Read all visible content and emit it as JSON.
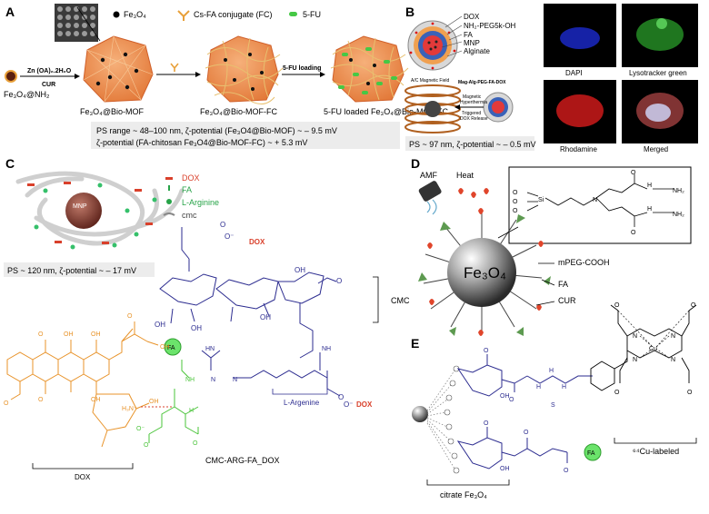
{
  "panels": {
    "A": {
      "letter": "A",
      "legend": {
        "fe3o4": "Fe₃O₄",
        "cs_fa": "Cs-FA conjugate (FC)",
        "fu": "5-FU"
      },
      "precursor": "Fe₃O₄@NH₂",
      "reagents_top": "Zn (OA)₂.2H₂O",
      "reagents_bottom": "CUR",
      "mof_label": "Fe₃O₄@Bio-MOF",
      "mof_fc_label": "Fe₃O₄@Bio-MOF-FC",
      "loading_arrow": "5-FU loading",
      "loaded_label": "5-FU loaded Fe₃O₄@Bio-MOF-FC",
      "info_line1": "PS range ~ 48–100 nm, ζ-potential (Fe₃O4@Bio-MOF) ~ – 9.5 mV",
      "info_line2": "ζ-potential (FA-chitosan Fe₃O4@Bio-MOF-FC) ~ + 5.3 mV"
    },
    "B": {
      "letter": "B",
      "layers": [
        "DOX",
        "NH₂-PEG5k-OH",
        "FA",
        "MNP",
        "Alginate"
      ],
      "field_label": "A/C Magnetic Field",
      "complex_label": "Mag-Alg-PEG-FA-DOX",
      "release_label_1": "Magnetic",
      "release_label_2": "Hyperthermia",
      "release_label_3": "Triggered",
      "release_label_4": "DOX Release",
      "info": "PS ~ 97 nm, ζ-potential  ~ – 0.5 mV",
      "images": [
        "DAPI",
        "Lysotracker green",
        "Rhodamine",
        "Merged"
      ]
    },
    "C": {
      "letter": "C",
      "legend": [
        "DOX",
        "FA",
        "L-Arginine",
        "cmc"
      ],
      "legend_colors": [
        "#d9402b",
        "#27a348",
        "#27a348",
        "#444444"
      ],
      "particle_label": "MNP",
      "info": "PS ~ 120 nm, ζ-potential ~ – 17 mV",
      "dox_tag": "DOX",
      "cmc_label": "CMC",
      "arg_label": "L-Argenine",
      "dox_label": "DOX",
      "fa_tag": "FA",
      "title": "CMC-ARG-FA_DOX",
      "oh": "OH",
      "o": "O",
      "nh": "NH",
      "hn": "HN",
      "h3n": "H₃N⁺",
      "coo": "O⁻",
      "h": "H",
      "n": "N"
    },
    "D": {
      "letter": "D",
      "amf": "AMF",
      "heat": "Heat",
      "core": "Fe₃O₄",
      "labels": [
        "mPEG-COOH",
        "FA",
        "CUR"
      ],
      "si": "Si",
      "o": "O",
      "n": "N",
      "nh2": "NH₂",
      "h": "H"
    },
    "E": {
      "letter": "E",
      "core_label": "citrate Fe₃O₄",
      "cu_label": "⁶⁴Cu-labeled",
      "cu": "Cu",
      "fa_tag": "FA",
      "oh": "OH",
      "o": "O",
      "s": "S",
      "n": "N",
      "h": "H"
    }
  },
  "colors": {
    "dox": "#d9402b",
    "fa_green": "#27a348",
    "cmc_blue": "#2b2b8f",
    "dox_orange": "#e8932a",
    "arg_green": "#4ac43a",
    "info_bg": "#ececec"
  }
}
